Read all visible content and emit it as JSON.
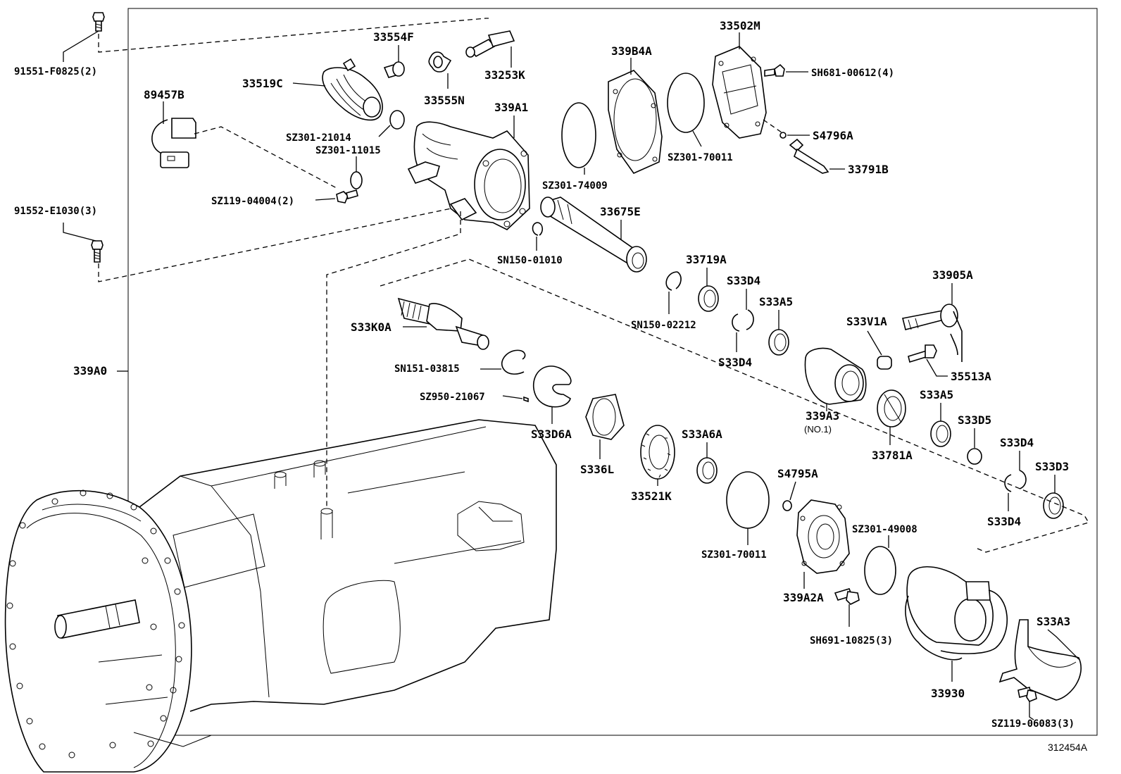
{
  "diagram": {
    "drawing_number": "312454A",
    "labels": {
      "p91551_f0825": "91551-F0825(2)",
      "p89457b": "89457B",
      "p91552_e1030": "91552-E1030(3)",
      "p339a0": "339A0",
      "p33519c": "33519C",
      "p33554f": "33554F",
      "p33253k": "33253K",
      "p33555n": "33555N",
      "p339a1": "339A1",
      "sz301_21014": "SZ301-21014",
      "sz301_11015": "SZ301-11015",
      "sz119_04004": "SZ119-04004(2)",
      "p339b4a": "339B4A",
      "p33502m": "33502M",
      "sh681_00612": "SH681-00612(4)",
      "s4796a": "S4796A",
      "p33791b": "33791B",
      "sz301_70011_top": "SZ301-70011",
      "sz301_74009": "SZ301-74009",
      "p33675e": "33675E",
      "sn150_01010": "SN150-01010",
      "p33719a": "33719A",
      "sn150_02212": "SN150-02212",
      "s33d4_a": "S33D4",
      "s33d4_b": "S33D4",
      "s33a5_a": "S33A5",
      "p33905a": "33905A",
      "s33v1a": "S33V1A",
      "p35513a": "35513A",
      "p339a3": "339A3",
      "p339a3_note": "(NO.1)",
      "s33a5_b": "S33A5",
      "p33781a": "33781A",
      "s33d5": "S33D5",
      "s33d4_c": "S33D4",
      "s33d3": "S33D3",
      "s33d4_d": "S33D4",
      "s33k0a": "S33K0A",
      "sn151_03815": "SN151-03815",
      "sz950_21067": "SZ950-21067",
      "s33d6a": "S33D6A",
      "s336l": "S336L",
      "p33521k": "33521K",
      "s33a6a": "S33A6A",
      "s4795a": "S4795A",
      "sz301_70011_bottom": "SZ301-70011",
      "sz301_49008": "SZ301-49008",
      "p339a2a": "339A2A",
      "sh691_10825": "SH691-10825(3)",
      "p33930": "33930",
      "s33a3": "S33A3",
      "sz119_06083": "SZ119-06083(3)"
    }
  }
}
